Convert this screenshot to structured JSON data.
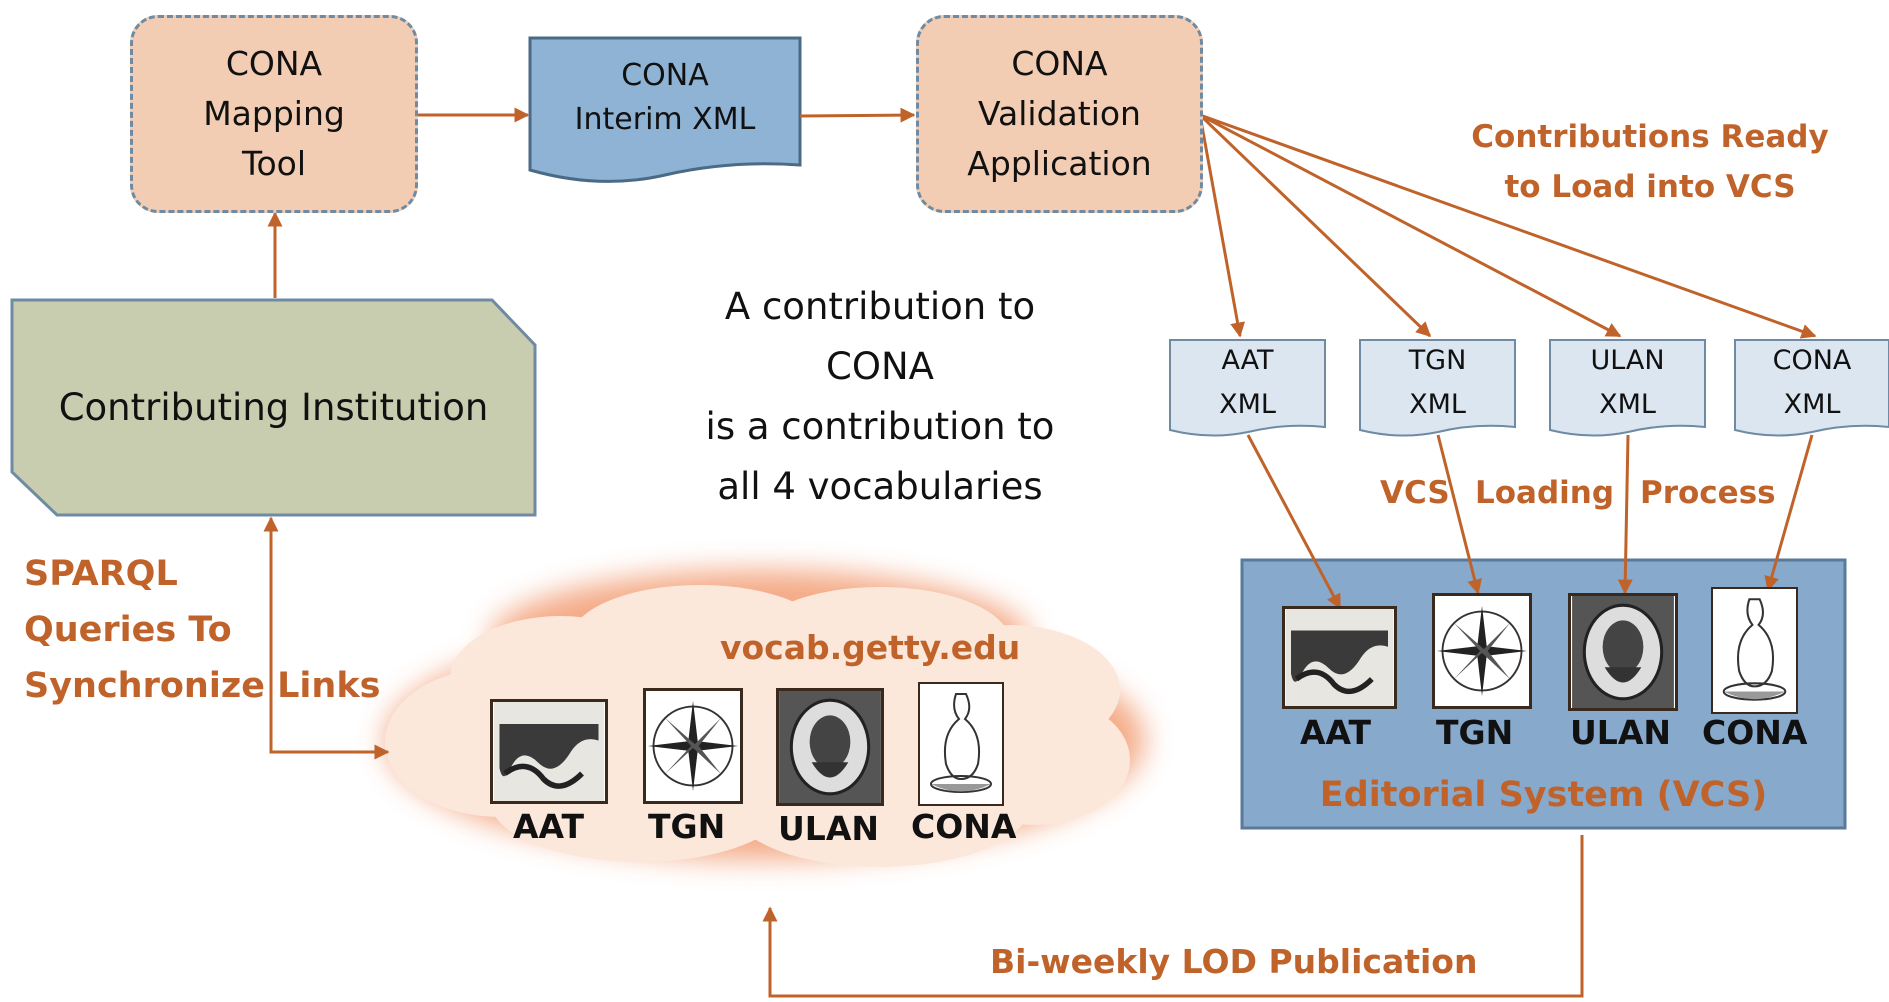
{
  "nodes": {
    "mapping_tool": [
      "CONA",
      "Mapping",
      "Tool"
    ],
    "interim_xml": [
      "CONA",
      "Interim XML"
    ],
    "validation_app": [
      "CONA",
      "Validation",
      "Application"
    ],
    "contributing_institution": "Contributing Institution",
    "xml_docs": [
      {
        "line1": "AAT",
        "line2": "XML"
      },
      {
        "line1": "TGN",
        "line2": "XML"
      },
      {
        "line1": "ULAN",
        "line2": "XML"
      },
      {
        "line1": "CONA",
        "line2": "XML"
      }
    ],
    "editorial_system": {
      "title": "Editorial System (VCS)",
      "vocabularies": [
        "AAT",
        "TGN",
        "ULAN",
        "CONA"
      ]
    },
    "cloud": {
      "title": "vocab.getty.edu",
      "vocabularies": [
        "AAT",
        "TGN",
        "ULAN",
        "CONA"
      ]
    }
  },
  "labels": {
    "contributions_ready": [
      "Contributions Ready",
      "to Load into VCS"
    ],
    "vcs_loading": [
      "VCS",
      "Loading",
      "Process"
    ],
    "sparql": [
      "SPARQL",
      "Queries To",
      "Synchronize Links"
    ],
    "biweekly": "Bi-weekly LOD Publication"
  },
  "statement": [
    "A contribution to",
    "CONA",
    "is a contribution to",
    "all 4 vocabularies"
  ],
  "colors": {
    "arrow": "#c0632b",
    "peach_box": "#f2cdb3",
    "interim_doc": "#8fb3d4",
    "xml_doc": "#dbe6f0",
    "vcs_panel": "#87a9cc",
    "institution": "#c9cdb0",
    "cloud_fill": "#fce7db"
  }
}
